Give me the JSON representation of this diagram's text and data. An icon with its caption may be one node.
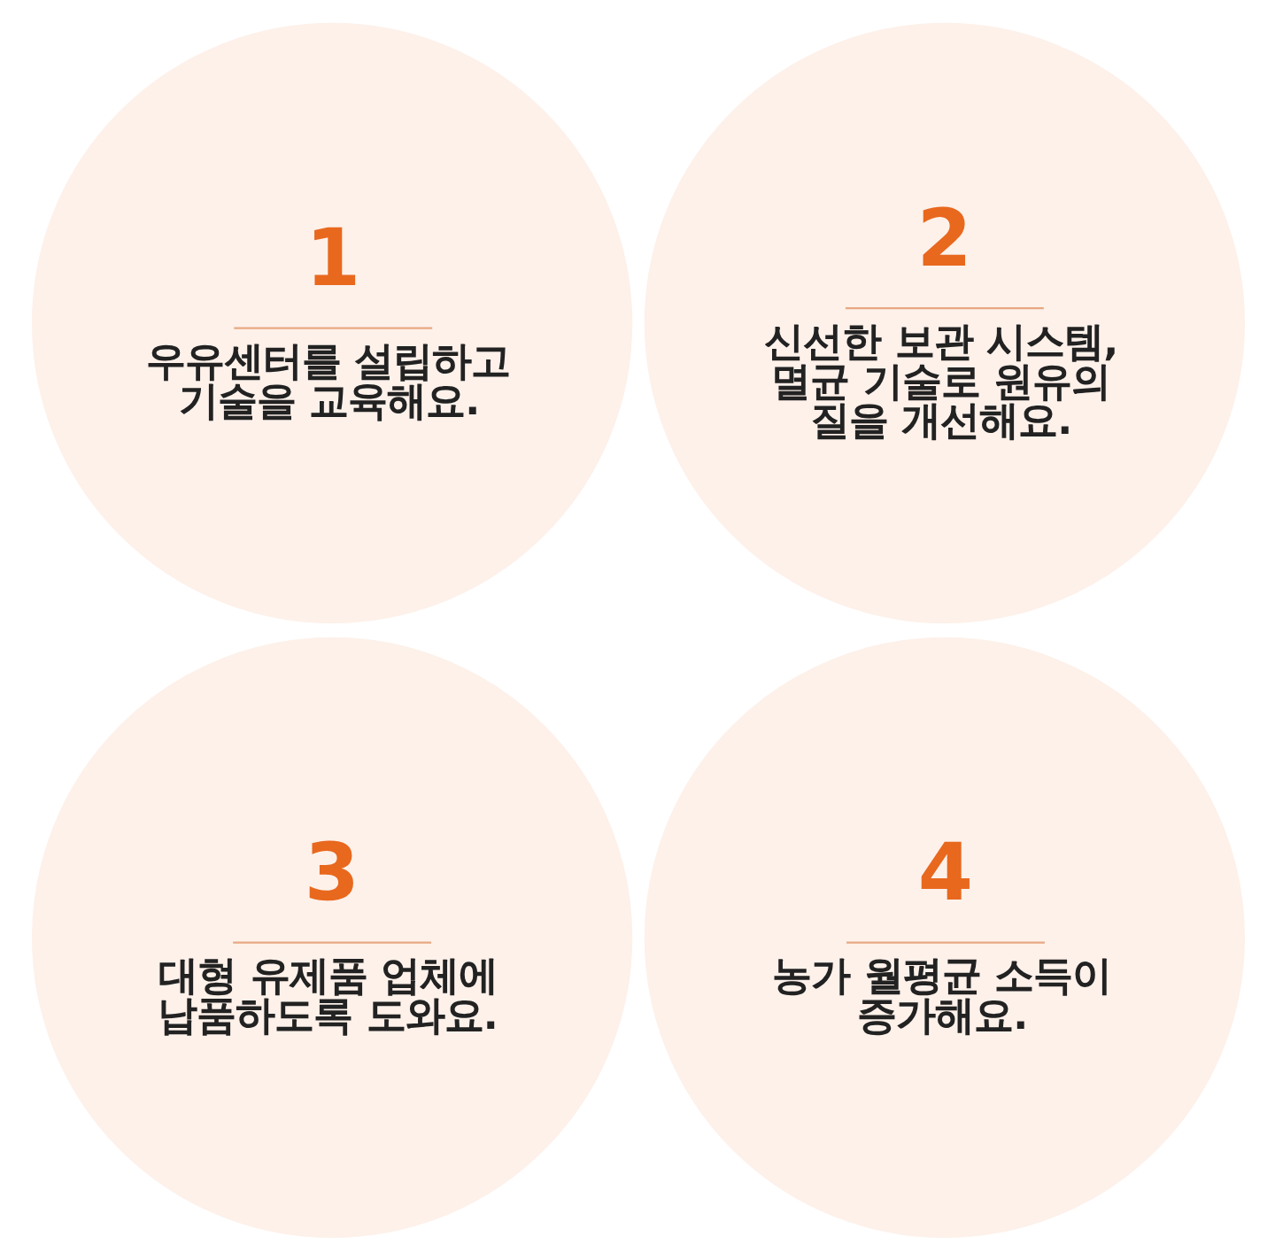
{
  "diagram": {
    "nodes": [
      {
        "text": [
          "1",
          "우유센터를 설립하고 기술을 교육해요."
        ]
      },
      {
        "text": [
          "2",
          "신선한 보관 시스템, 멸균 기술로 원유의 질을 개선해요."
        ]
      },
      {
        "text": [
          "3",
          "대형 유제품 업체에 납품하도록 도와요."
        ]
      },
      {
        "text": [
          "4",
          "농가 월평균 소득이 증가해요."
        ]
      }
    ]
  }
}
